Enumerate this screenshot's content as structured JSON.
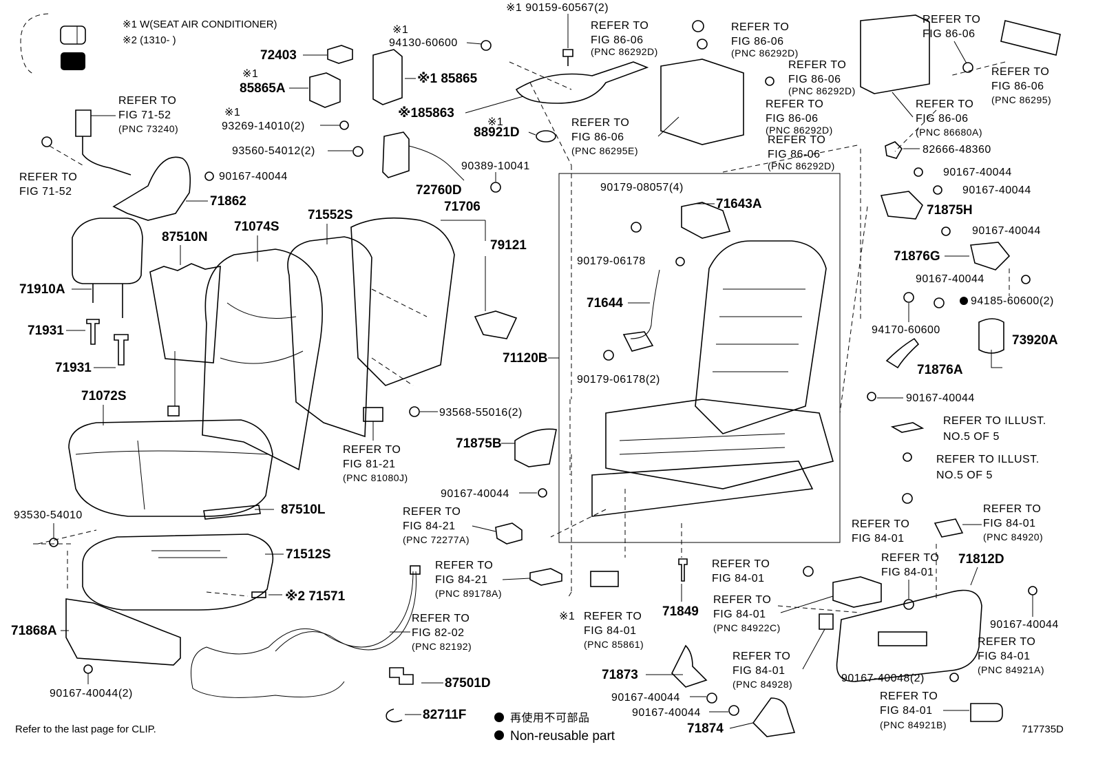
{
  "legend": {
    "note1": "※1 W(SEAT AIR CONDITIONER)",
    "note2": "※2 (1310-      )",
    "non_reusable_jp": "再使用不可部品",
    "non_reusable_en": "Non-reusable part"
  },
  "footer": {
    "clip_note": "Refer to the last page for CLIP.",
    "figure_id": "717735D"
  },
  "parts": {
    "p90159": "※1 90159-60567(2)",
    "p94130_mark": "※1",
    "p94130": "94130-60600",
    "p72403": "72403",
    "p85865A_mark": "※1",
    "p85865A": "85865A",
    "p85865": "※1 85865",
    "p85863": "※185863",
    "p88921D_mark": "※1",
    "p88921D": "88921D",
    "p93269_mark": "※1",
    "p93269": "93269-14010(2)",
    "p93560": "93560-54012(2)",
    "p72760D": "72760D",
    "p90389": "90389-10041",
    "p90167_a": "90167-40044",
    "p71862": "71862",
    "p71706": "71706",
    "p71552S": "71552S",
    "p71074S": "71074S",
    "p87510N": "87510N",
    "p79121": "79121",
    "p71910A": "71910A",
    "p71931_a": "71931",
    "p71931_b": "71931",
    "p71072S": "71072S",
    "p93568": "93568-55016(2)",
    "p87510L": "87510L",
    "p93530": "93530-54010",
    "p71512S": "71512S",
    "p71571": "※2 71571",
    "p71868A": "71868A",
    "p90167_2": "90167-40044(2)",
    "p87501D": "87501D",
    "p82711F": "82711F",
    "p71875B": "71875B",
    "p90167_b": "90167-40044",
    "p71120B": "71120B",
    "p90179_08057": "90179-08057(4)",
    "p71643A": "71643A",
    "p90179_06178": "90179-06178",
    "p71644": "71644",
    "p90179_06178_2": "90179-06178(2)",
    "p71849": "71849",
    "p82666": "82666-48360",
    "p90167_c": "90167-40044",
    "p90167_d": "90167-40044",
    "p71875H": "71875H",
    "p90167_e": "90167-40044",
    "p71876G": "71876G",
    "p90167_f": "90167-40044",
    "p94185": "94185-60600(2)",
    "p94170": "94170-60600",
    "p73920A": "73920A",
    "p71876A": "71876A",
    "p90167_g": "90167-40044",
    "p71812D": "71812D",
    "p90167_h": "90167-40044",
    "p90167_40048": "90167-40048(2)",
    "p71873": "71873",
    "p90167_i": "90167-40044",
    "p90167_j": "90167-40044",
    "p71874": "71874",
    "p85861_mark": "※1"
  },
  "refs": {
    "r71_52_a": [
      "REFER TO",
      "FIG 71-52",
      "(PNC 73240)"
    ],
    "r71_52_b": [
      "REFER TO",
      "FIG 71-52"
    ],
    "r86_06_a": [
      "REFER TO",
      "FIG 86-06",
      "(PNC 86292D)"
    ],
    "r86_06_b": [
      "REFER TO",
      "FIG 86-06",
      "(PNC 86292D)"
    ],
    "r86_06_c": [
      "REFER TO",
      "FIG 86-06",
      "(PNC 86292D)"
    ],
    "r86_06_d": [
      "REFER TO",
      "FIG 86-06",
      "(PNC 86292D)"
    ],
    "r86_06_e": [
      "REFER TO",
      "FIG 86-06",
      "(PNC 86292D)"
    ],
    "r86_06_f": [
      "REFER TO",
      "FIG 86-06",
      "(PNC 86295E)"
    ],
    "r86_06_g": [
      "REFER TO",
      "FIG 86-06"
    ],
    "r86_06_h": [
      "REFER TO",
      "FIG 86-06",
      "(PNC 86295)"
    ],
    "r86_06_i": [
      "REFER TO",
      "FIG 86-06",
      "(PNC 86680A)"
    ],
    "r81_21": [
      "REFER TO",
      "FIG 81-21",
      "(PNC 81080J)"
    ],
    "r84_21_a": [
      "REFER TO",
      "FIG 84-21",
      "(PNC 72277A)"
    ],
    "r84_21_b": [
      "REFER TO",
      "FIG 84-21",
      "(PNC 89178A)"
    ],
    "r82_02": [
      "REFER TO",
      "FIG 82-02",
      "(PNC 82192)"
    ],
    "r84_01_a": [
      "REFER TO",
      "FIG 84-01",
      "(PNC 85861)"
    ],
    "r84_01_b": [
      "REFER TO",
      "FIG 84-01"
    ],
    "r84_01_c": [
      "REFER TO",
      "FIG 84-01",
      "(PNC 84922C)"
    ],
    "r84_01_d": [
      "REFER TO",
      "FIG 84-01",
      "(PNC 84928)"
    ],
    "r84_01_e": [
      "REFER TO",
      "FIG 84-01"
    ],
    "r84_01_f": [
      "REFER TO",
      "FIG 84-01"
    ],
    "r84_01_g": [
      "REFER TO",
      "FIG 84-01",
      "(PNC 84920)"
    ],
    "r84_01_h": [
      "REFER TO",
      "FIG 84-01",
      "(PNC 84921A)"
    ],
    "r84_01_i": [
      "REFER TO",
      "FIG 84-01",
      "(PNC 84921B)"
    ],
    "r_illust_a": [
      "REFER TO ILLUST.",
      "NO.5 OF 5"
    ],
    "r_illust_b": [
      "REFER TO ILLUST.",
      "NO.5 OF 5"
    ]
  }
}
